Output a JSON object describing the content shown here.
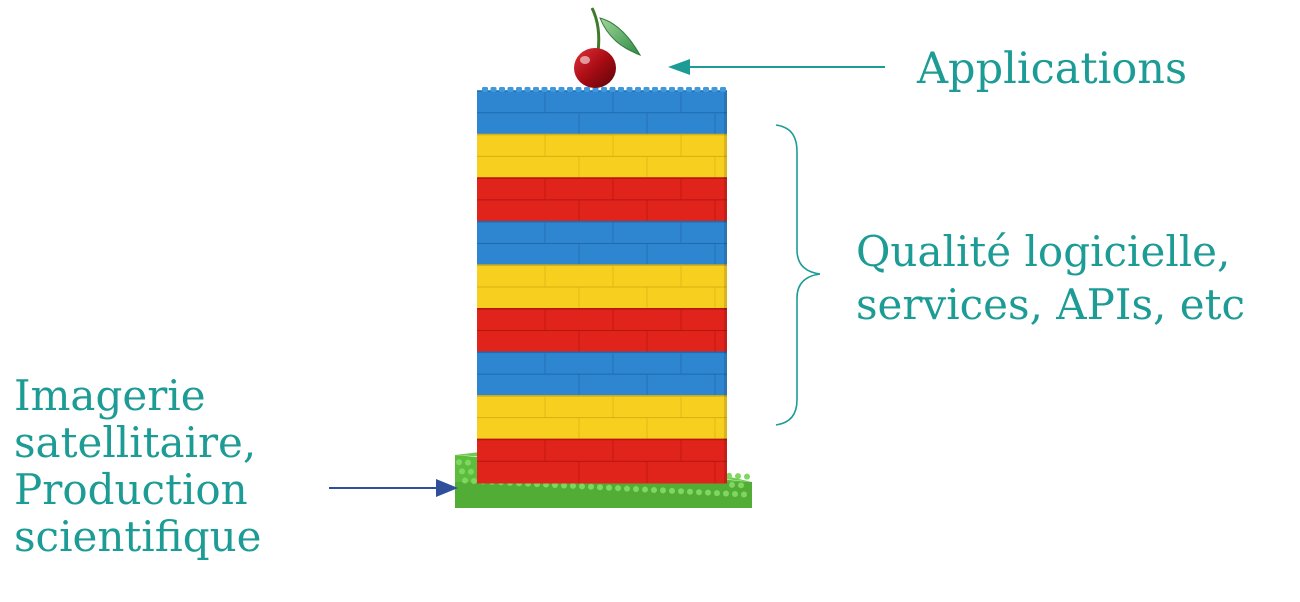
{
  "labels": {
    "applications": "Applications",
    "quality": {
      "line1": "Qualité logicielle,",
      "line2": "services, APIs, etc"
    },
    "base": {
      "line1": "Imagerie",
      "line2": "satellitaire,",
      "line3": "Production",
      "line4": "scientifique"
    }
  },
  "colors": {
    "text_accent": "#1d9c96",
    "arrow_applications": "#1d9c96",
    "arrow_base": "#2f4f9a",
    "brick_blue": "#2f86d0",
    "brick_yellow": "#f6cf1f",
    "brick_red": "#e0241c",
    "baseplate_green": "#5cbd3d",
    "cherry": "#b0121a",
    "leaf": "#4aa85a"
  },
  "tower": {
    "stripes": [
      "blue",
      "yellow",
      "red",
      "blue",
      "yellow",
      "red",
      "blue",
      "yellow",
      "red"
    ]
  }
}
